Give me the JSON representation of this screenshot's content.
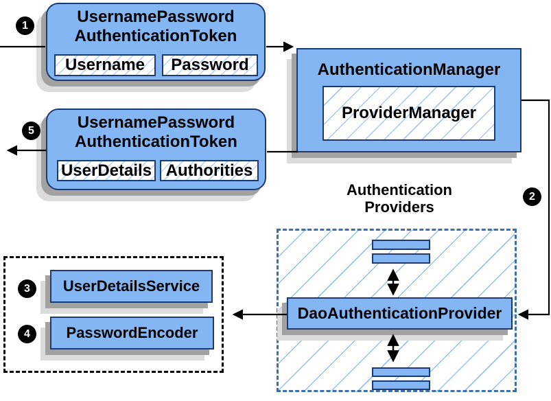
{
  "steps": {
    "s1": "1",
    "s2": "2",
    "s3": "3",
    "s4": "4",
    "s5": "5"
  },
  "request_token": {
    "title_lines": [
      "UsernamePassword",
      "AuthenticationToken"
    ],
    "fields": [
      "Username",
      "Password"
    ]
  },
  "authentication_manager": {
    "title": "AuthenticationManager",
    "inner_box": "ProviderManager"
  },
  "response_token": {
    "title_lines": [
      "UsernamePassword",
      "AuthenticationToken"
    ],
    "fields": [
      "UserDetails",
      "Authorities"
    ]
  },
  "providers_group": {
    "heading_lines": [
      "Authentication",
      "Providers"
    ],
    "main_provider": "DaoAuthenticationProvider"
  },
  "services_group": {
    "items": [
      {
        "step": "3",
        "label": "UserDetailsService"
      },
      {
        "step": "4",
        "label": "PasswordEncoder"
      }
    ]
  },
  "colors": {
    "box_fill": "#84b6f4",
    "box_border": "#1c3a70",
    "hatch_line": "#a9c9ee",
    "providers_dashed_border": "#3d6fae",
    "services_dashed_border": "#000000",
    "arrow": "#000000",
    "shadow_dark": "#a2a2a2",
    "shadow_light": "#dcdcdc",
    "badge_bg": "#000000",
    "badge_text": "#ffffff"
  }
}
